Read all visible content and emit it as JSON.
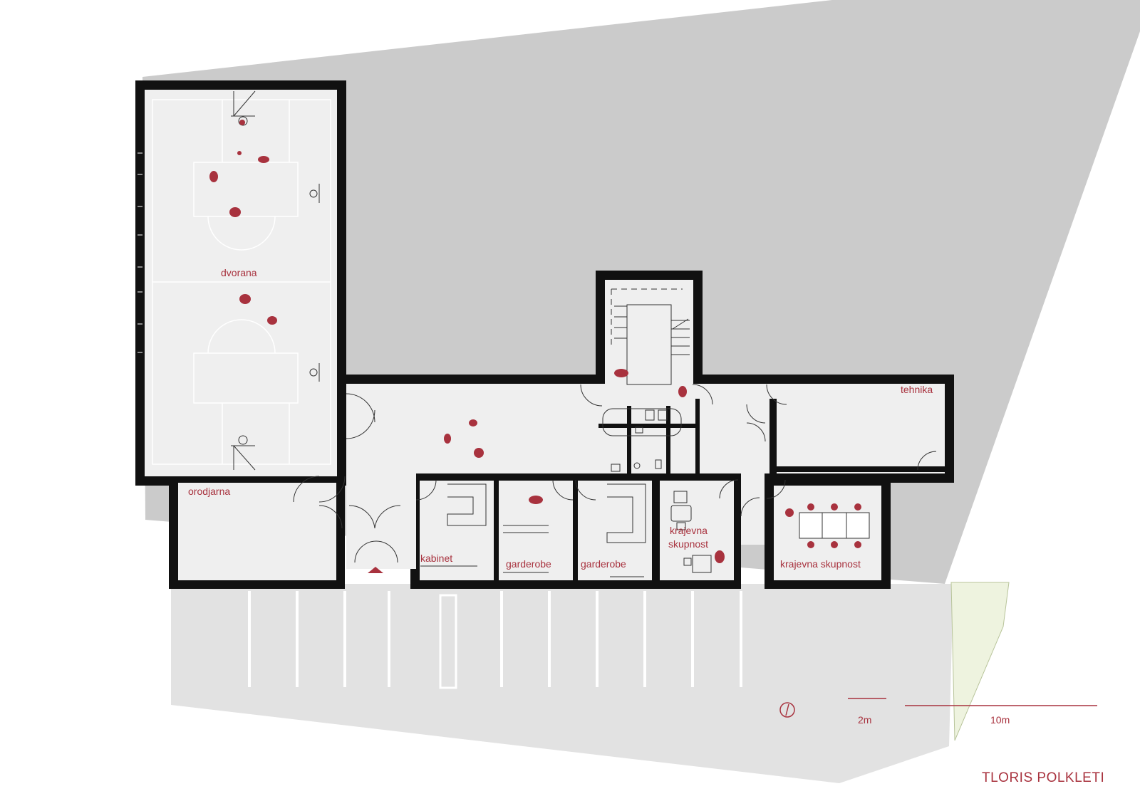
{
  "plan": {
    "title": "TLORIS POLKLETI",
    "rooms": {
      "dvorana": "dvorana",
      "orodjarna": "orodjarna",
      "tehnika": "tehnika",
      "kabinet": "kabinet",
      "garderobe_1": "garderobe",
      "garderobe_2": "garderobe",
      "krajevna_small_line1": "krajevna",
      "krajevna_small_line2": "skupnost",
      "krajevna_large": "krajevna skupnost"
    },
    "scale": {
      "small": "2m",
      "large": "10m"
    }
  },
  "colors": {
    "accent": "#a8323e",
    "site": "#cbcbcb",
    "paving": "#e2e2e2",
    "floor": "#efefef",
    "wall": "#111111"
  },
  "icons": {
    "north_arrow": "north-arrow-icon",
    "entrance": "entrance-arrow-icon"
  }
}
